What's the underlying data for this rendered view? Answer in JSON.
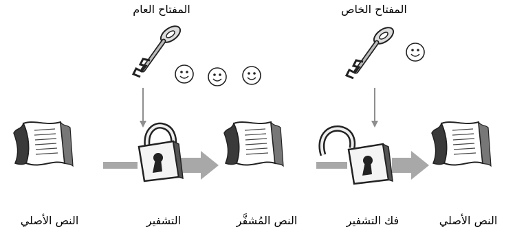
{
  "diagram": {
    "public_key_label": "المفتاح العام",
    "private_key_label": "المفتاح الخاص",
    "step_labels": [
      "النص الأصلي",
      "التشفير",
      "النص المُشفَّر",
      "فك التشفير",
      "النص الأصلي"
    ]
  },
  "colors": {
    "arrow": "#a8a8a8",
    "line": "#8e8e8e",
    "dark": "#222222",
    "paper_shadow": "#555555"
  }
}
